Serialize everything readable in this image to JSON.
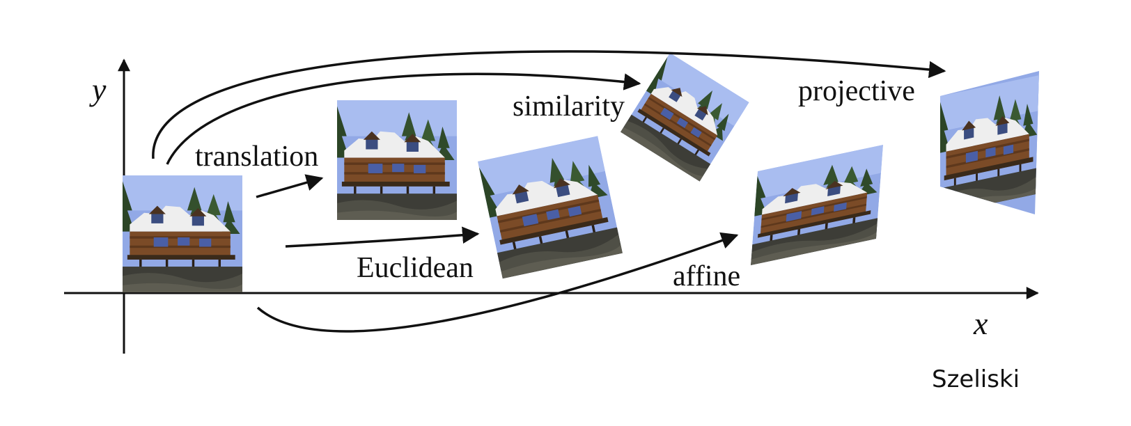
{
  "diagram": {
    "axes": {
      "x_label": "x",
      "y_label": "y"
    },
    "transforms": [
      {
        "id": "translation",
        "label": "translation"
      },
      {
        "id": "euclidean",
        "label": "Euclidean"
      },
      {
        "id": "similarity",
        "label": "similarity"
      },
      {
        "id": "affine",
        "label": "affine"
      },
      {
        "id": "projective",
        "label": "projective"
      }
    ],
    "credit": "Szeliski",
    "colors": {
      "stroke": "#111111",
      "sky": "#8fa8e8",
      "trees": "#2f4a2a",
      "roof": "#f2f2f2",
      "wall": "#7a4a26",
      "ground": "#3b3b36"
    },
    "image_subject": "house-photo"
  }
}
